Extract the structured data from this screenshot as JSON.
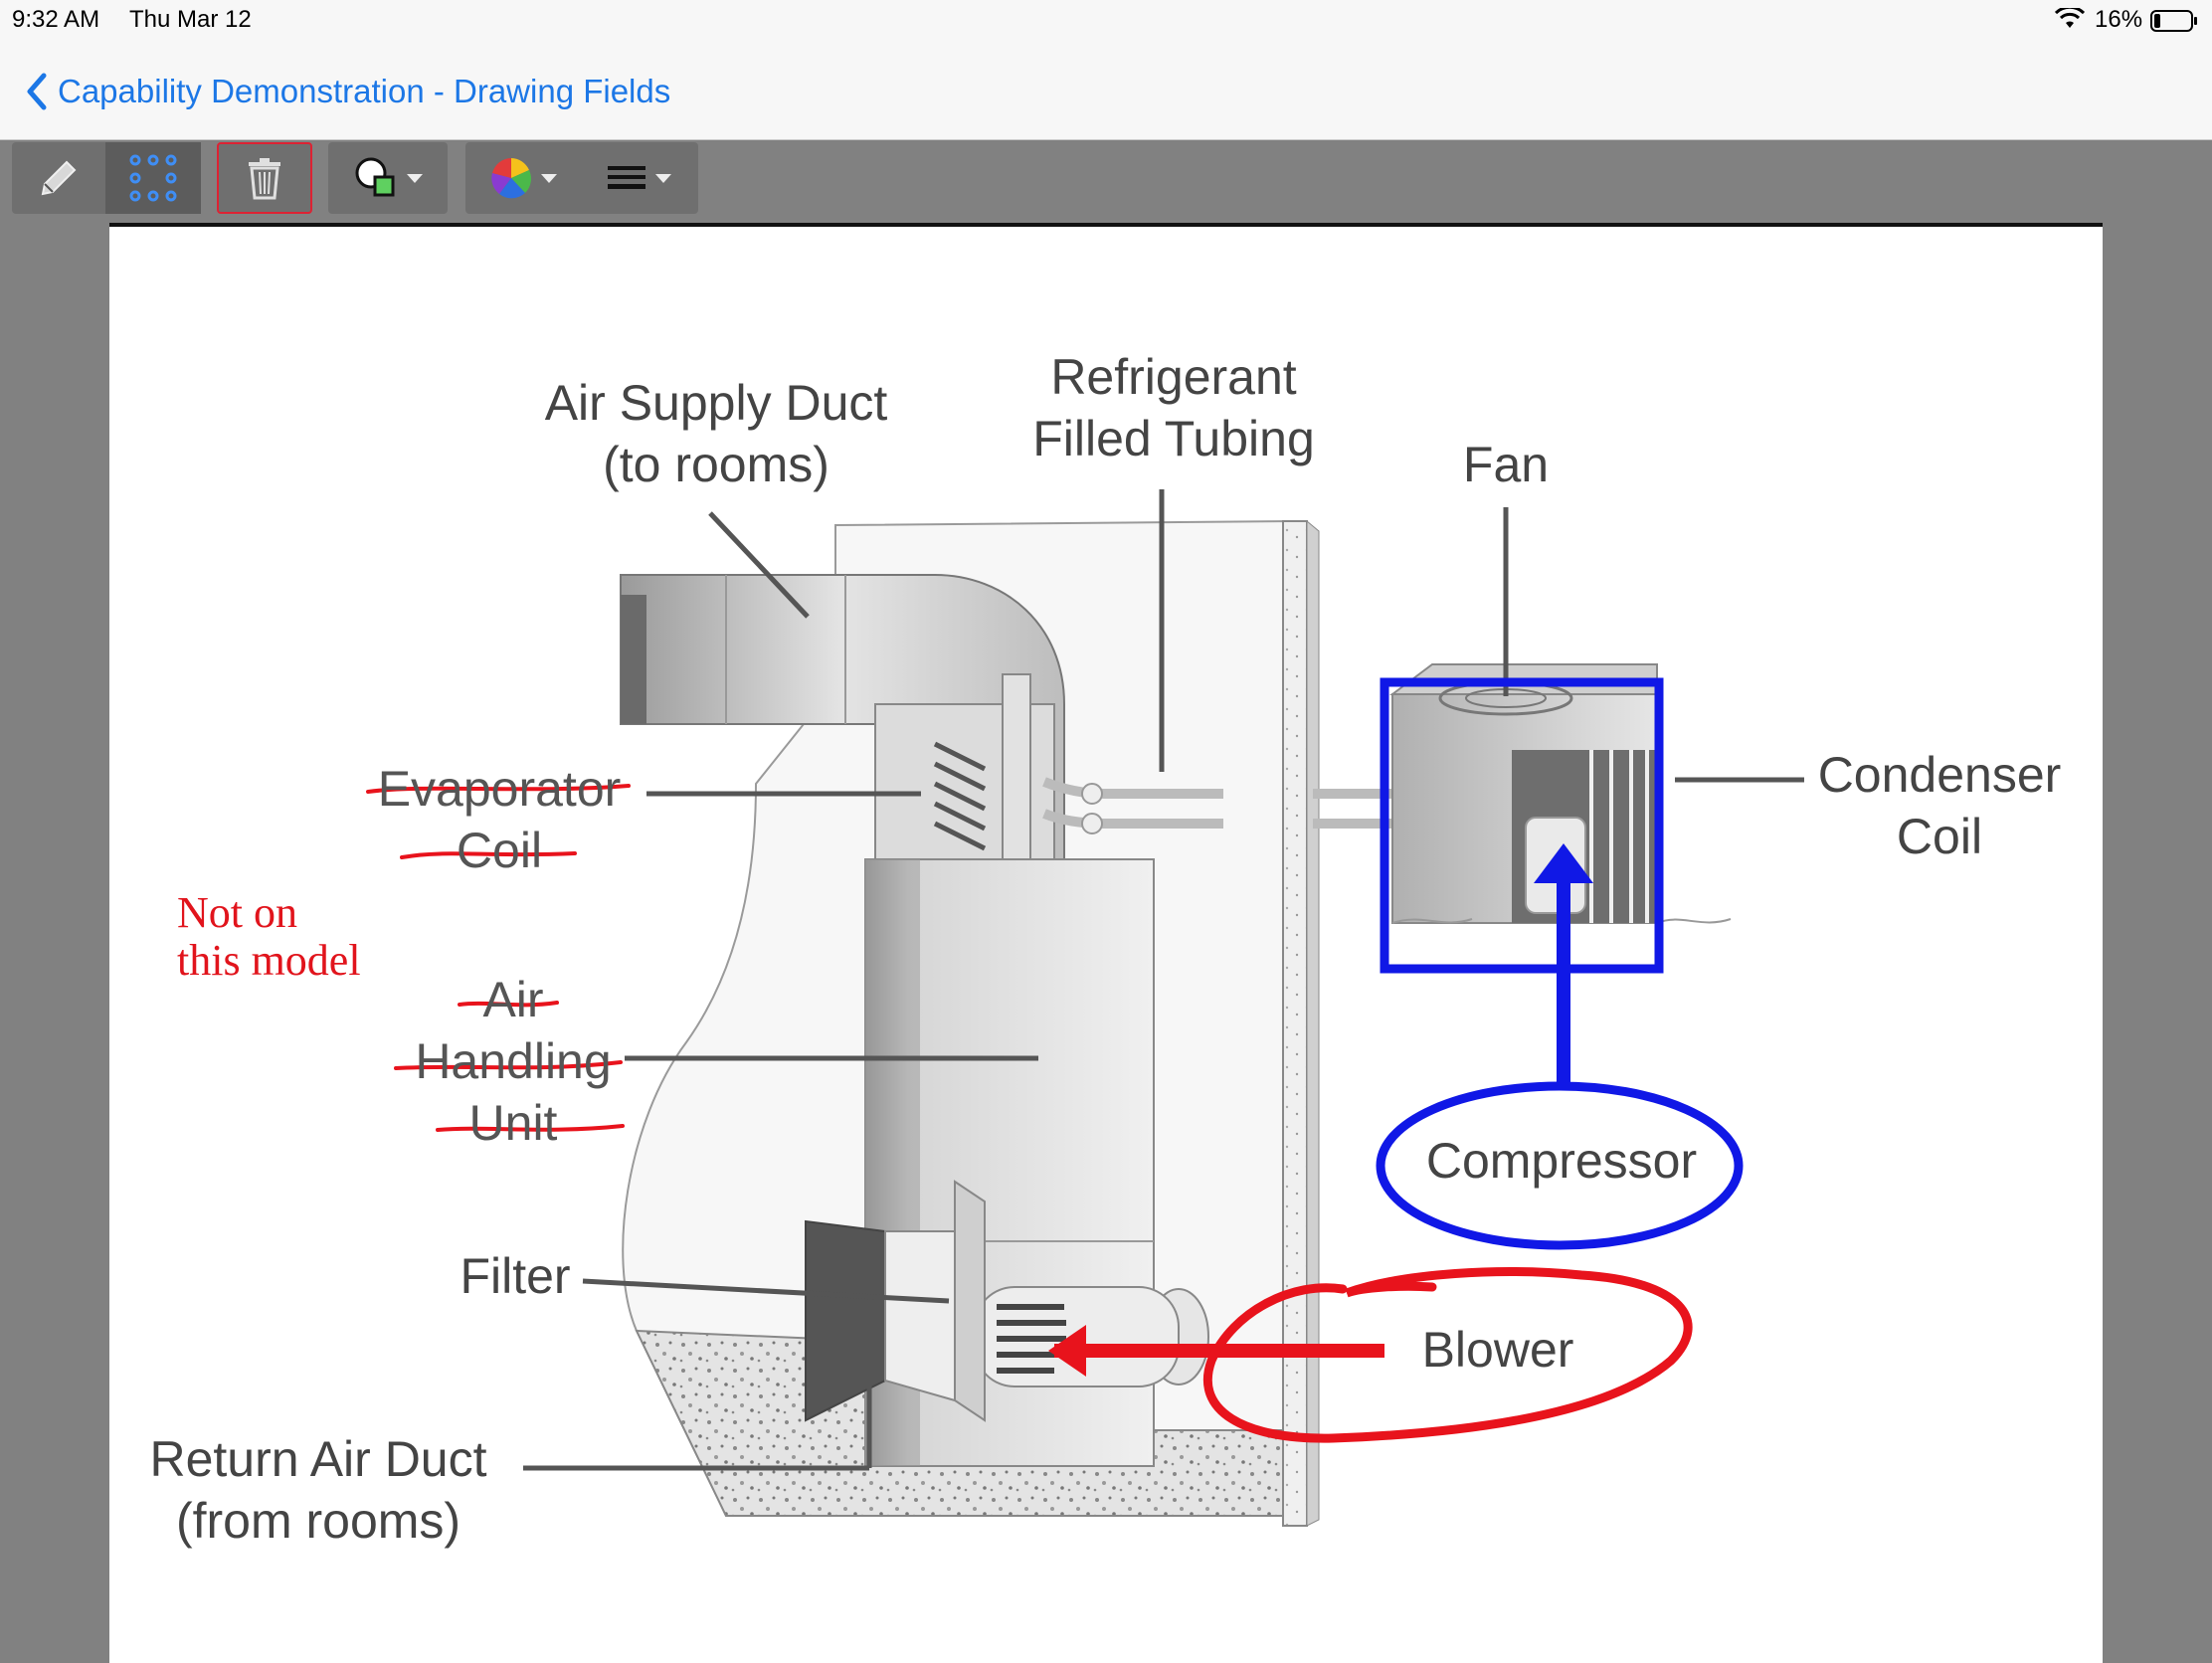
{
  "status_bar": {
    "time": "9:32 AM",
    "date": "Thu Mar 12",
    "battery": "16%"
  },
  "nav": {
    "back_label": "Capability Demonstration - Drawing Fields"
  },
  "toolbar": {
    "tools": [
      "pencil-icon",
      "lasso-select-icon",
      "trash-icon",
      "shapes-icon",
      "color-wheel-icon",
      "line-weight-icon"
    ],
    "active_tool": "lasso-select-icon"
  },
  "diagram": {
    "labels": {
      "air_supply_duct": [
        "Air Supply Duct",
        "(to rooms)"
      ],
      "refrigerant": [
        "Refrigerant",
        "Filled Tubing"
      ],
      "fan": "Fan",
      "condenser": [
        "Condenser",
        "Coil"
      ],
      "evaporator": [
        "Evaporator",
        "Coil"
      ],
      "air_handling": [
        "Air",
        "Handling",
        "Unit"
      ],
      "compressor": "Compressor",
      "filter": "Filter",
      "blower": "Blower",
      "return_air_duct": [
        "Return Air Duct",
        "(from rooms)"
      ]
    },
    "annotation_note": [
      "Not on",
      "this model"
    ]
  },
  "colors": {
    "ink_red": "#e8131c",
    "ink_blue": "#1018e6",
    "accent": "#1c77e6"
  }
}
